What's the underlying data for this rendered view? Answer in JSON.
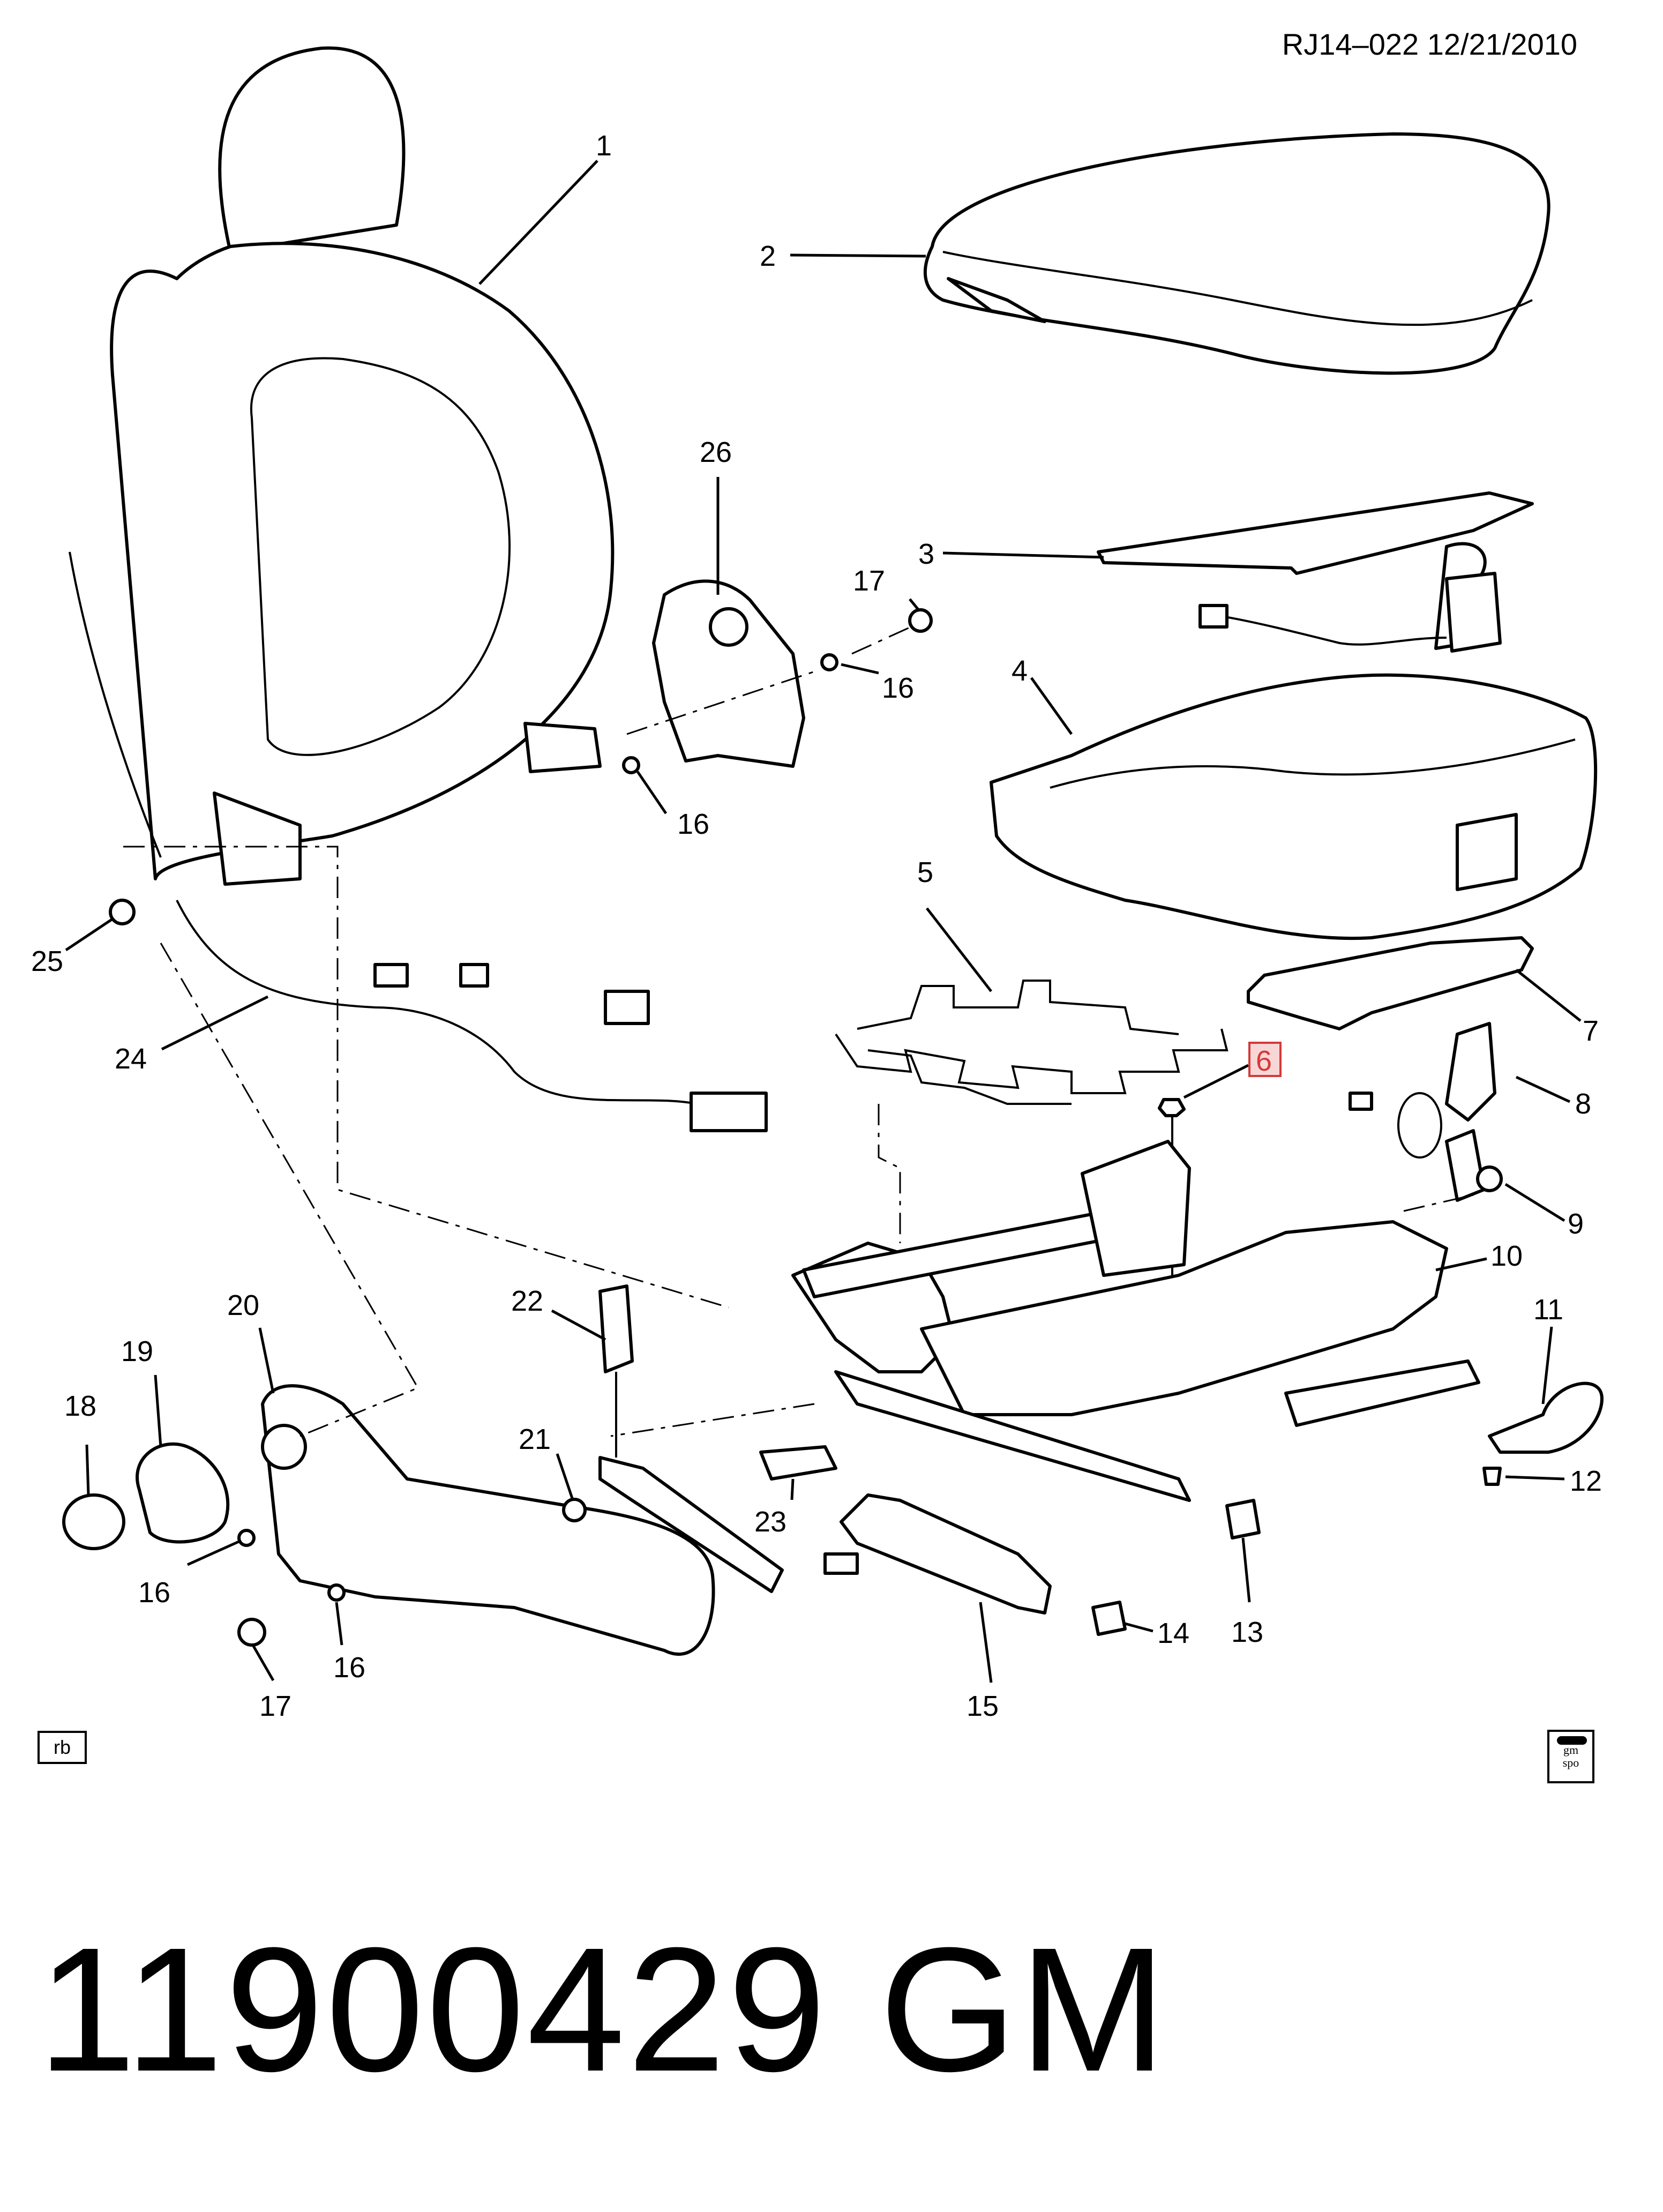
{
  "header": {
    "reference": "RJ14–022  12/21/2010"
  },
  "footer": {
    "rb_label": "rb",
    "logo_line1": "gm",
    "logo_line2": "spo",
    "part_number": "11900429   GM"
  },
  "highlight_color": "#d33a3a",
  "callouts": [
    {
      "id": "c1",
      "text": "1"
    },
    {
      "id": "c2",
      "text": "2"
    },
    {
      "id": "c3",
      "text": "3"
    },
    {
      "id": "c4",
      "text": "4"
    },
    {
      "id": "c5",
      "text": "5"
    },
    {
      "id": "c6",
      "text": "6",
      "highlighted": true
    },
    {
      "id": "c7",
      "text": "7"
    },
    {
      "id": "c8",
      "text": "8"
    },
    {
      "id": "c9",
      "text": "9"
    },
    {
      "id": "c10",
      "text": "10"
    },
    {
      "id": "c11",
      "text": "11"
    },
    {
      "id": "c12",
      "text": "12"
    },
    {
      "id": "c13",
      "text": "13"
    },
    {
      "id": "c14",
      "text": "14"
    },
    {
      "id": "c15",
      "text": "15"
    },
    {
      "id": "c16a",
      "text": "16"
    },
    {
      "id": "c16b",
      "text": "16"
    },
    {
      "id": "c16c",
      "text": "16"
    },
    {
      "id": "c16d",
      "text": "16"
    },
    {
      "id": "c17a",
      "text": "17"
    },
    {
      "id": "c17b",
      "text": "17"
    },
    {
      "id": "c18",
      "text": "18"
    },
    {
      "id": "c19",
      "text": "19"
    },
    {
      "id": "c20",
      "text": "20"
    },
    {
      "id": "c21",
      "text": "21"
    },
    {
      "id": "c22",
      "text": "22"
    },
    {
      "id": "c23",
      "text": "23"
    },
    {
      "id": "c24",
      "text": "24"
    },
    {
      "id": "c25",
      "text": "25"
    },
    {
      "id": "c26",
      "text": "26"
    }
  ]
}
